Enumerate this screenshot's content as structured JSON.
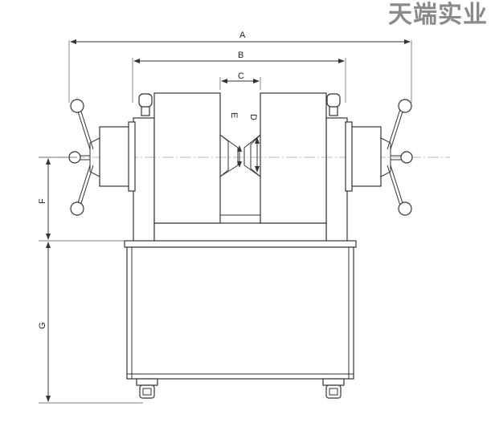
{
  "brand": {
    "text": "天端实业"
  },
  "dimensions": {
    "A": "A",
    "B": "B",
    "C": "C",
    "D": "D",
    "E": "E",
    "F": "F",
    "G": "G"
  }
}
